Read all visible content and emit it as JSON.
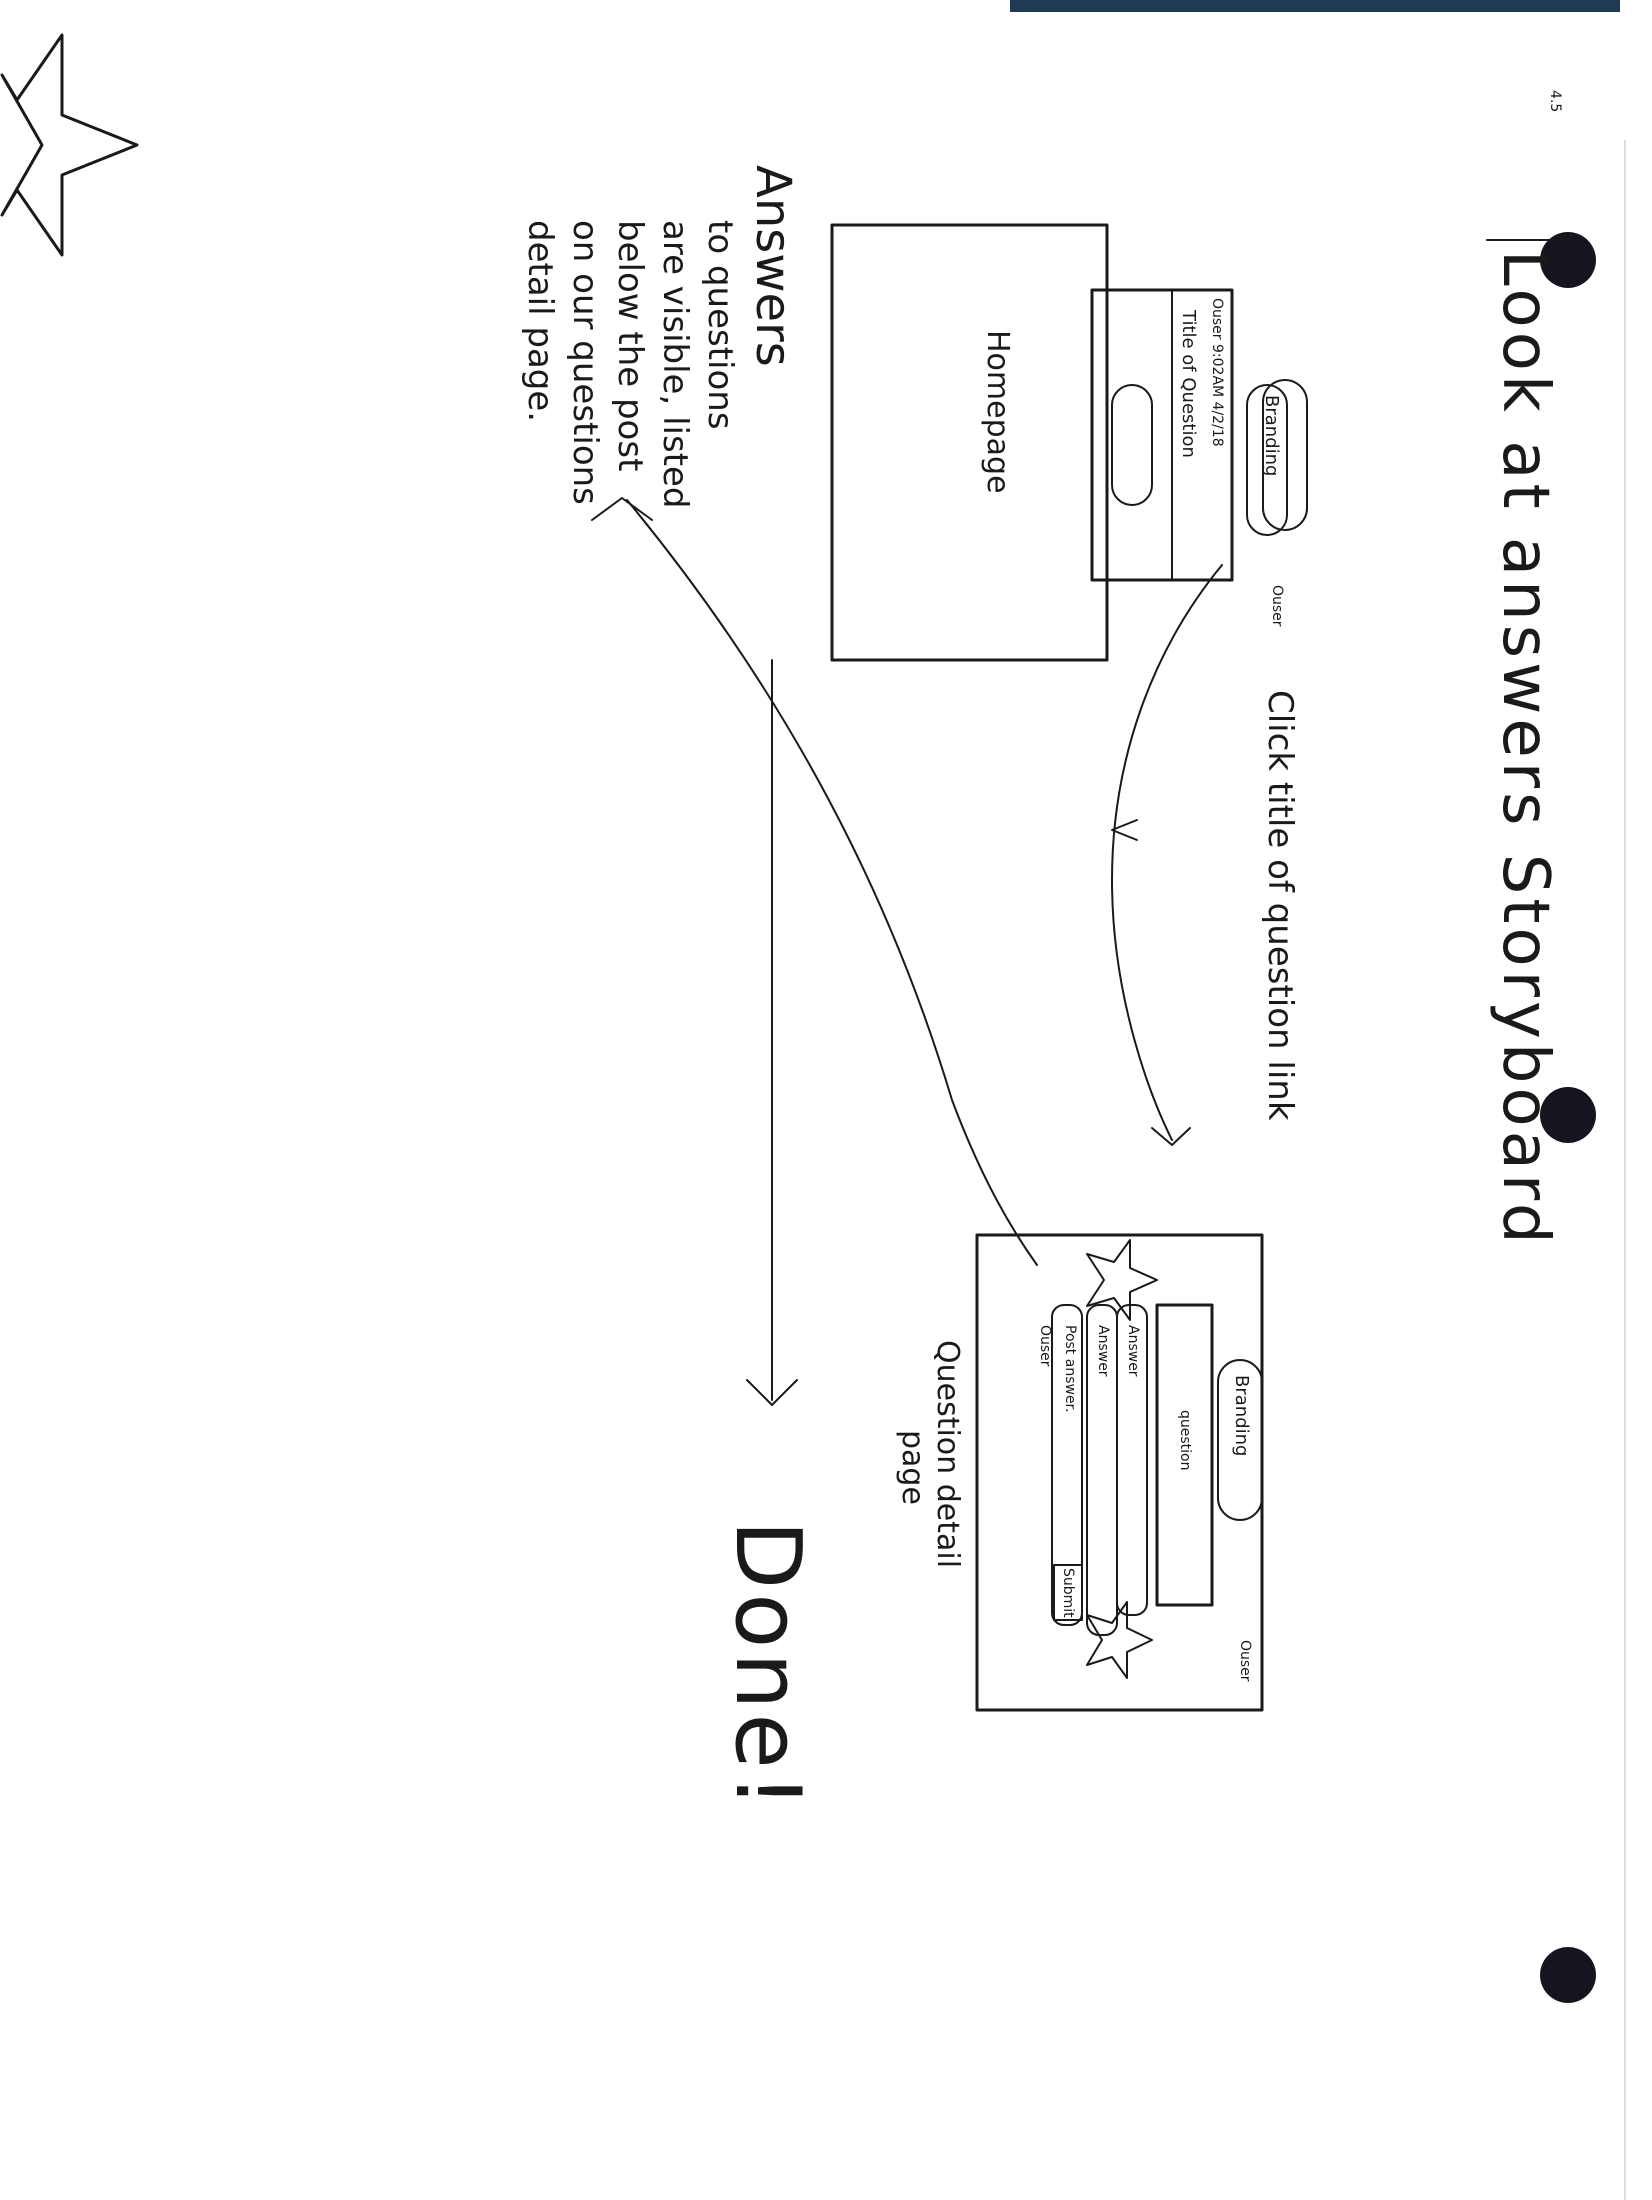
{
  "page_number": "4.5",
  "title": "Look at answers Storyboard",
  "homepage": {
    "branding": "Branding",
    "user": "Ouser",
    "question_meta": "Ouser 9:02AM 4/2/18",
    "question_title": "Title of Question",
    "caption": "Homepage"
  },
  "transition": {
    "instruction": "Click title of question link"
  },
  "detail_page": {
    "branding": "Branding",
    "user": "Ouser",
    "question": "question",
    "answer_1": "Answer",
    "answer_2": "Answer",
    "post_answer": "Post answer.",
    "answer_user": "Ouser",
    "submit": "Submit",
    "caption_line1": "Question detail",
    "caption_line2": "page"
  },
  "note": {
    "heading": "Answers",
    "line1": "to questions",
    "line2": "are visible, listed",
    "line3": "below the post",
    "line4": "on our questions",
    "line5": "detail page."
  },
  "done": "Done!",
  "colors": {
    "ink": "#1a1a1a",
    "punch_hole": "#151520",
    "edge": "#1f3a55"
  }
}
